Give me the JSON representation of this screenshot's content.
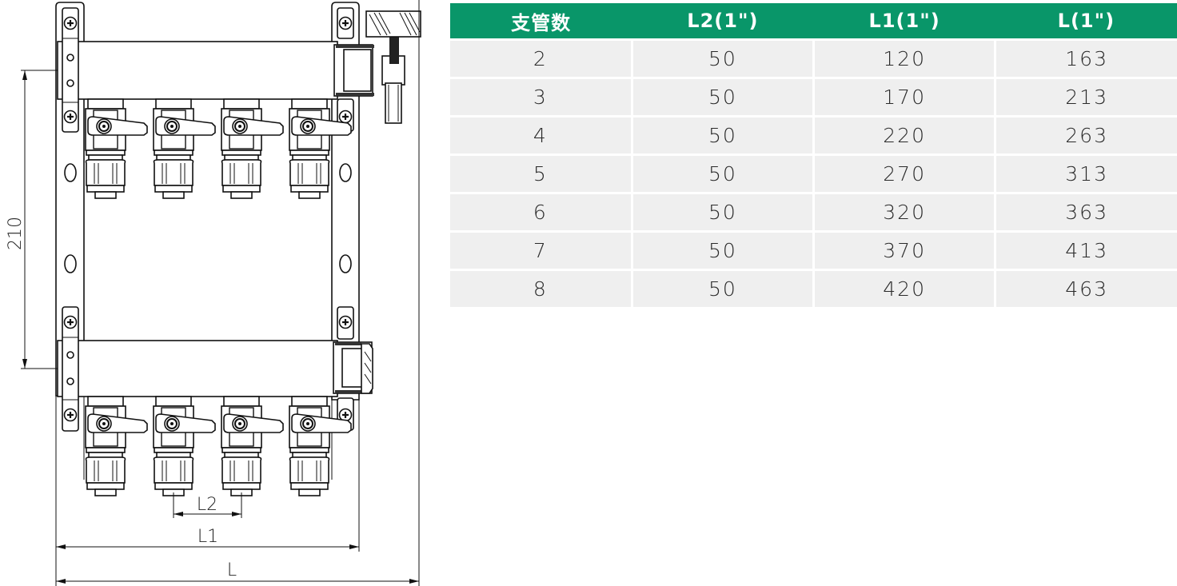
{
  "drawing": {
    "title": "Manifold dimension drawing",
    "branch_count_shown": 4,
    "dimensions": {
      "height_label": "210",
      "branch_spacing_label": "L2",
      "body_length_label": "L1",
      "total_length_label": "L"
    }
  },
  "table": {
    "headers": [
      "支管数",
      "L2(1\")",
      "L1(1\")",
      "L(1\")"
    ],
    "rows": [
      [
        "2",
        "50",
        "120",
        "163"
      ],
      [
        "3",
        "50",
        "170",
        "213"
      ],
      [
        "4",
        "50",
        "220",
        "263"
      ],
      [
        "5",
        "50",
        "270",
        "313"
      ],
      [
        "6",
        "50",
        "320",
        "363"
      ],
      [
        "7",
        "50",
        "370",
        "413"
      ],
      [
        "8",
        "50",
        "420",
        "463"
      ]
    ]
  },
  "colors": {
    "header_bg": "#099669",
    "row_bg": "#efefef",
    "line": "#111111"
  }
}
